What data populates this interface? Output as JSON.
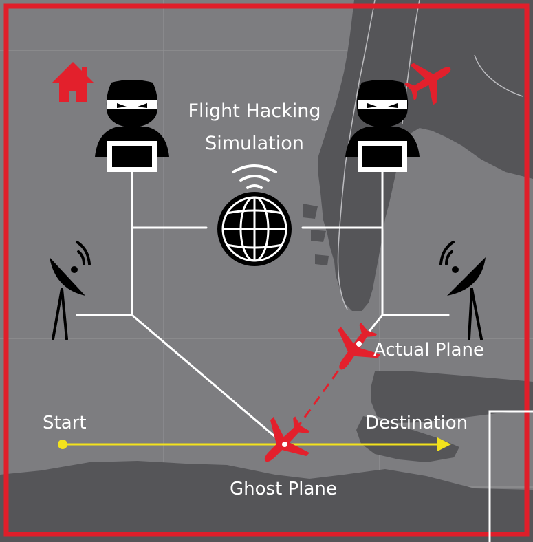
{
  "title": {
    "line1": "Flight Hacking",
    "line2": "Simulation"
  },
  "labels": {
    "start": "Start",
    "destination": "Destination",
    "actual_plane": "Actual Plane",
    "ghost_plane": "Ghost Plane"
  },
  "icons": {
    "home": "home-icon",
    "plane_corner": "airplane-icon",
    "hacker_left": "hacker-icon",
    "hacker_right": "hacker-icon",
    "globe": "globe-wifi-icon",
    "dish_left": "satellite-dish-icon",
    "dish_right": "satellite-dish-icon",
    "actual_plane": "airplane-icon",
    "ghost_plane": "airplane-icon"
  },
  "colors": {
    "border": "#e01e2a",
    "plane": "#e3202c",
    "route": "#f3e21c",
    "lines": "#ffffff",
    "sea": "#7d7d80",
    "land": "#555558"
  }
}
